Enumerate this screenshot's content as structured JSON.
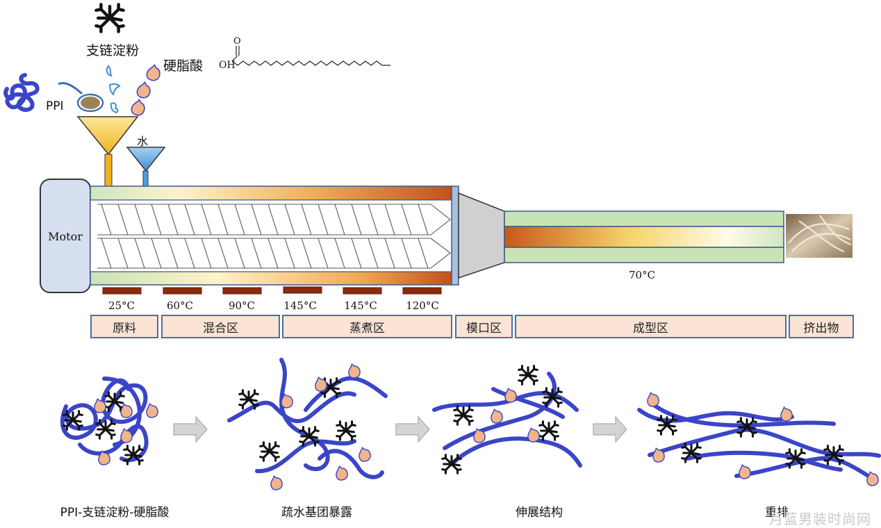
{
  "inputs": {
    "amylopectin_label": "支链淀粉",
    "stearic_acid_label": "硬脂酸",
    "ppi_label": "PPI",
    "water_label": "水",
    "oh_label": "OH",
    "o_label": "O"
  },
  "motor_label": "Motor",
  "die_temperature": "70°C",
  "barrel_temperatures": [
    "25°C",
    "60°C",
    "90°C",
    "145°C",
    "145°C",
    "120°C"
  ],
  "zones": [
    "原料",
    "混合区",
    "蒸煮区",
    "模口区",
    "成型区",
    "挤出物"
  ],
  "stages": [
    "PPI-支链淀粉-硬脂酸",
    "疏水基团暴露",
    "伸展结构",
    "重排"
  ],
  "watermark": "月蓝男装时尚网",
  "colors": {
    "protein_chain": "#3b45c7",
    "fatty_acid_drop": "#f2b48a",
    "zone_fill": "#fbe3d6",
    "zone_border": "#4a6fa5",
    "heater": "#8b2a0e",
    "funnel_main": "#f3c23a",
    "funnel_water": "#5ba3dc",
    "barrel_hot": "#c8561a",
    "barrel_cool": "#c9e3b6",
    "motor_fill": "#d6dff0"
  }
}
